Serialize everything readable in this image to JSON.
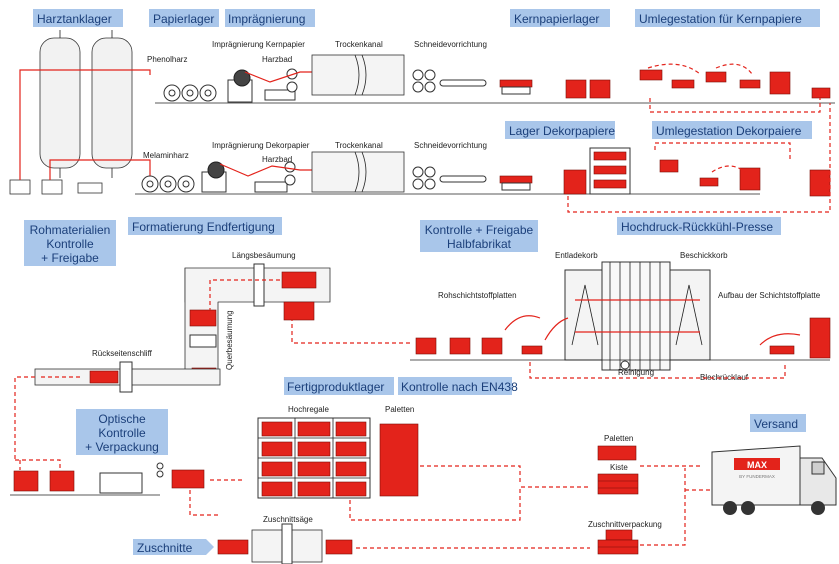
{
  "headers": {
    "harztanklager": "Harztanklager",
    "papierlager": "Papierlager",
    "impraegnierung": "Imprägnierung",
    "kernpapierlager": "Kernpapierlager",
    "umlege_kern": "Umlegestation für Kernpapiere",
    "lager_dekor": "Lager Dekorpapiere",
    "umlege_dekor": "Umlegestation Dekorpaiere",
    "rohmaterialien": [
      "Rohmaterialien",
      "Kontrolle",
      "+ Freigabe"
    ],
    "formatierung": "Formatierung Endfertigung",
    "kontrolle_freigabe": [
      "Kontrolle + Freigabe",
      "Halbfabrikat"
    ],
    "presse": "Hochdruck-Rückkühl-Presse",
    "fertigproduktlager": "Fertigproduktlager",
    "kontrolle_en": "Kontrolle nach EN438",
    "optische": [
      "Optische",
      "Kontrolle",
      "+ Verpackung"
    ],
    "versand": "Versand",
    "zuschnitte": "Zuschnitte"
  },
  "labels": {
    "phenolharz": "Phenolharz",
    "melaminharz": "Melaminharz",
    "impr_kern": "Imprägnierung Kernpapier",
    "impr_dekor": "Imprägnierung Dekorpapier",
    "harzbad": "Harzbad",
    "trockenkanal": "Trockenkanal",
    "schneide": "Schneidevorrichtung",
    "laengsbesaeumung": "Längsbesäumung",
    "querbesaeumung": "Querbesäumung",
    "rueckseitenschliff": "Rückseitenschliff",
    "entladekorb": "Entladekorb",
    "beschickkorb": "Beschickkorb",
    "rohschicht": "Rohschichtstoffplatten",
    "aufbau": "Aufbau der Schichtstoffplatte",
    "reinigung": "Reinigung",
    "blechruecklauf": "Blechrücklauf",
    "hochregale": "Hochregale",
    "paletten": "Paletten",
    "paletten2": "Paletten",
    "kiste": "Kiste",
    "zuschnittsaege": "Zuschnittsäge",
    "zuschnittverpackung": "Zuschnittverpackung",
    "truck_logo": "MAX",
    "truck_sub": "BY FUNDERMAX"
  },
  "colors": {
    "accent_red": "#e3231b",
    "header_blue_bg": "#a9c6ea",
    "header_text": "#1b3f7a"
  }
}
